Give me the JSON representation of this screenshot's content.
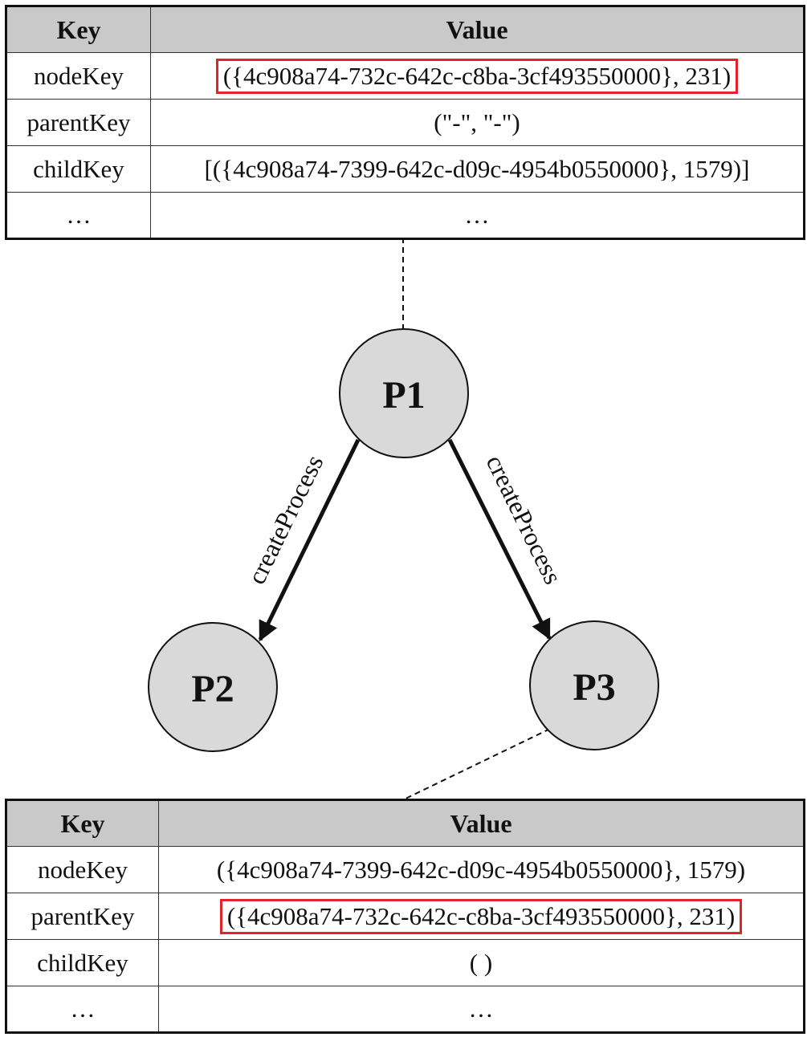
{
  "top_table": {
    "header": {
      "key": "Key",
      "value": "Value"
    },
    "rows": [
      {
        "key": "nodeKey",
        "value": "({4c908a74-732c-642c-c8ba-3cf493550000}, 231)"
      },
      {
        "key": "parentKey",
        "value": "(\"-\", \"-\")"
      },
      {
        "key": "childKey",
        "value": "[({4c908a74-7399-642c-d09c-4954b0550000}, 1579)]"
      },
      {
        "key": "…",
        "value": "…"
      }
    ]
  },
  "graph": {
    "nodes": [
      {
        "id": "P1",
        "label": "P1"
      },
      {
        "id": "P2",
        "label": "P2"
      },
      {
        "id": "P3",
        "label": "P3"
      }
    ],
    "edges": [
      {
        "from": "P1",
        "to": "P2",
        "label": "createProcess"
      },
      {
        "from": "P1",
        "to": "P3",
        "label": "createProcess"
      }
    ]
  },
  "bottom_table": {
    "header": {
      "key": "Key",
      "value": "Value"
    },
    "rows": [
      {
        "key": "nodeKey",
        "value": "({4c908a74-7399-642c-d09c-4954b0550000}, 1579)"
      },
      {
        "key": "parentKey",
        "value": "({4c908a74-732c-642c-c8ba-3cf493550000}, 231)"
      },
      {
        "key": "childKey",
        "value": "( )"
      },
      {
        "key": "…",
        "value": "…"
      }
    ]
  },
  "colors": {
    "node_fill": "#d9d9d9",
    "header_fill": "#c9c9c9",
    "highlight": "#e0242a"
  }
}
